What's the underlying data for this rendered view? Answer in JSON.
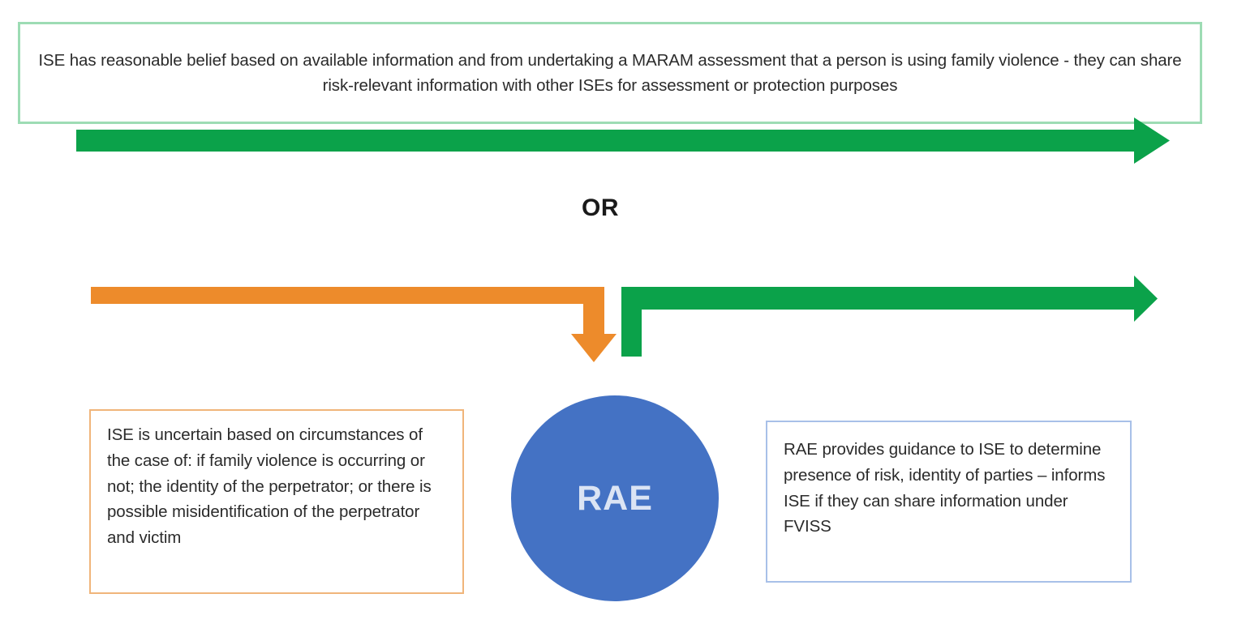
{
  "diagram": {
    "title": "ISE reasonable belief and RAE referral flow",
    "statement_box": {
      "text": "ISE has reasonable belief based on available information and from undertaking a MARAM assessment that a person is using family violence - they can share risk-relevant information with other ISEs for assessment or protection purposes",
      "border_color": "#9ddcb4"
    },
    "connector_label": "OR",
    "arrows": {
      "top_green": {
        "name": "green-arrow-top",
        "color": "#0BA24A",
        "direction": "right"
      },
      "orange_elbow": {
        "name": "orange-arrow-elbow",
        "color": "#ED8B2B",
        "direction": "right-then-down"
      },
      "green_elbow": {
        "name": "green-arrow-elbow",
        "color": "#0BA24A",
        "direction": "up-then-right"
      }
    },
    "uncertain_box": {
      "text": "ISE is uncertain based on circumstances of the case of: if family violence is occurring or not; the identity of the perpetrator; or there is possible misidentification of the perpetrator and victim",
      "border_color": "#f0b57a"
    },
    "rae_node": {
      "label": "RAE",
      "fill_color": "#4472C4",
      "text_color": "#dbe4f4"
    },
    "guidance_box": {
      "text": "RAE provides guidance to ISE to determine presence of risk, identity of parties – informs ISE if they can share information under FVISS",
      "border_color": "#a8c0e8"
    }
  }
}
